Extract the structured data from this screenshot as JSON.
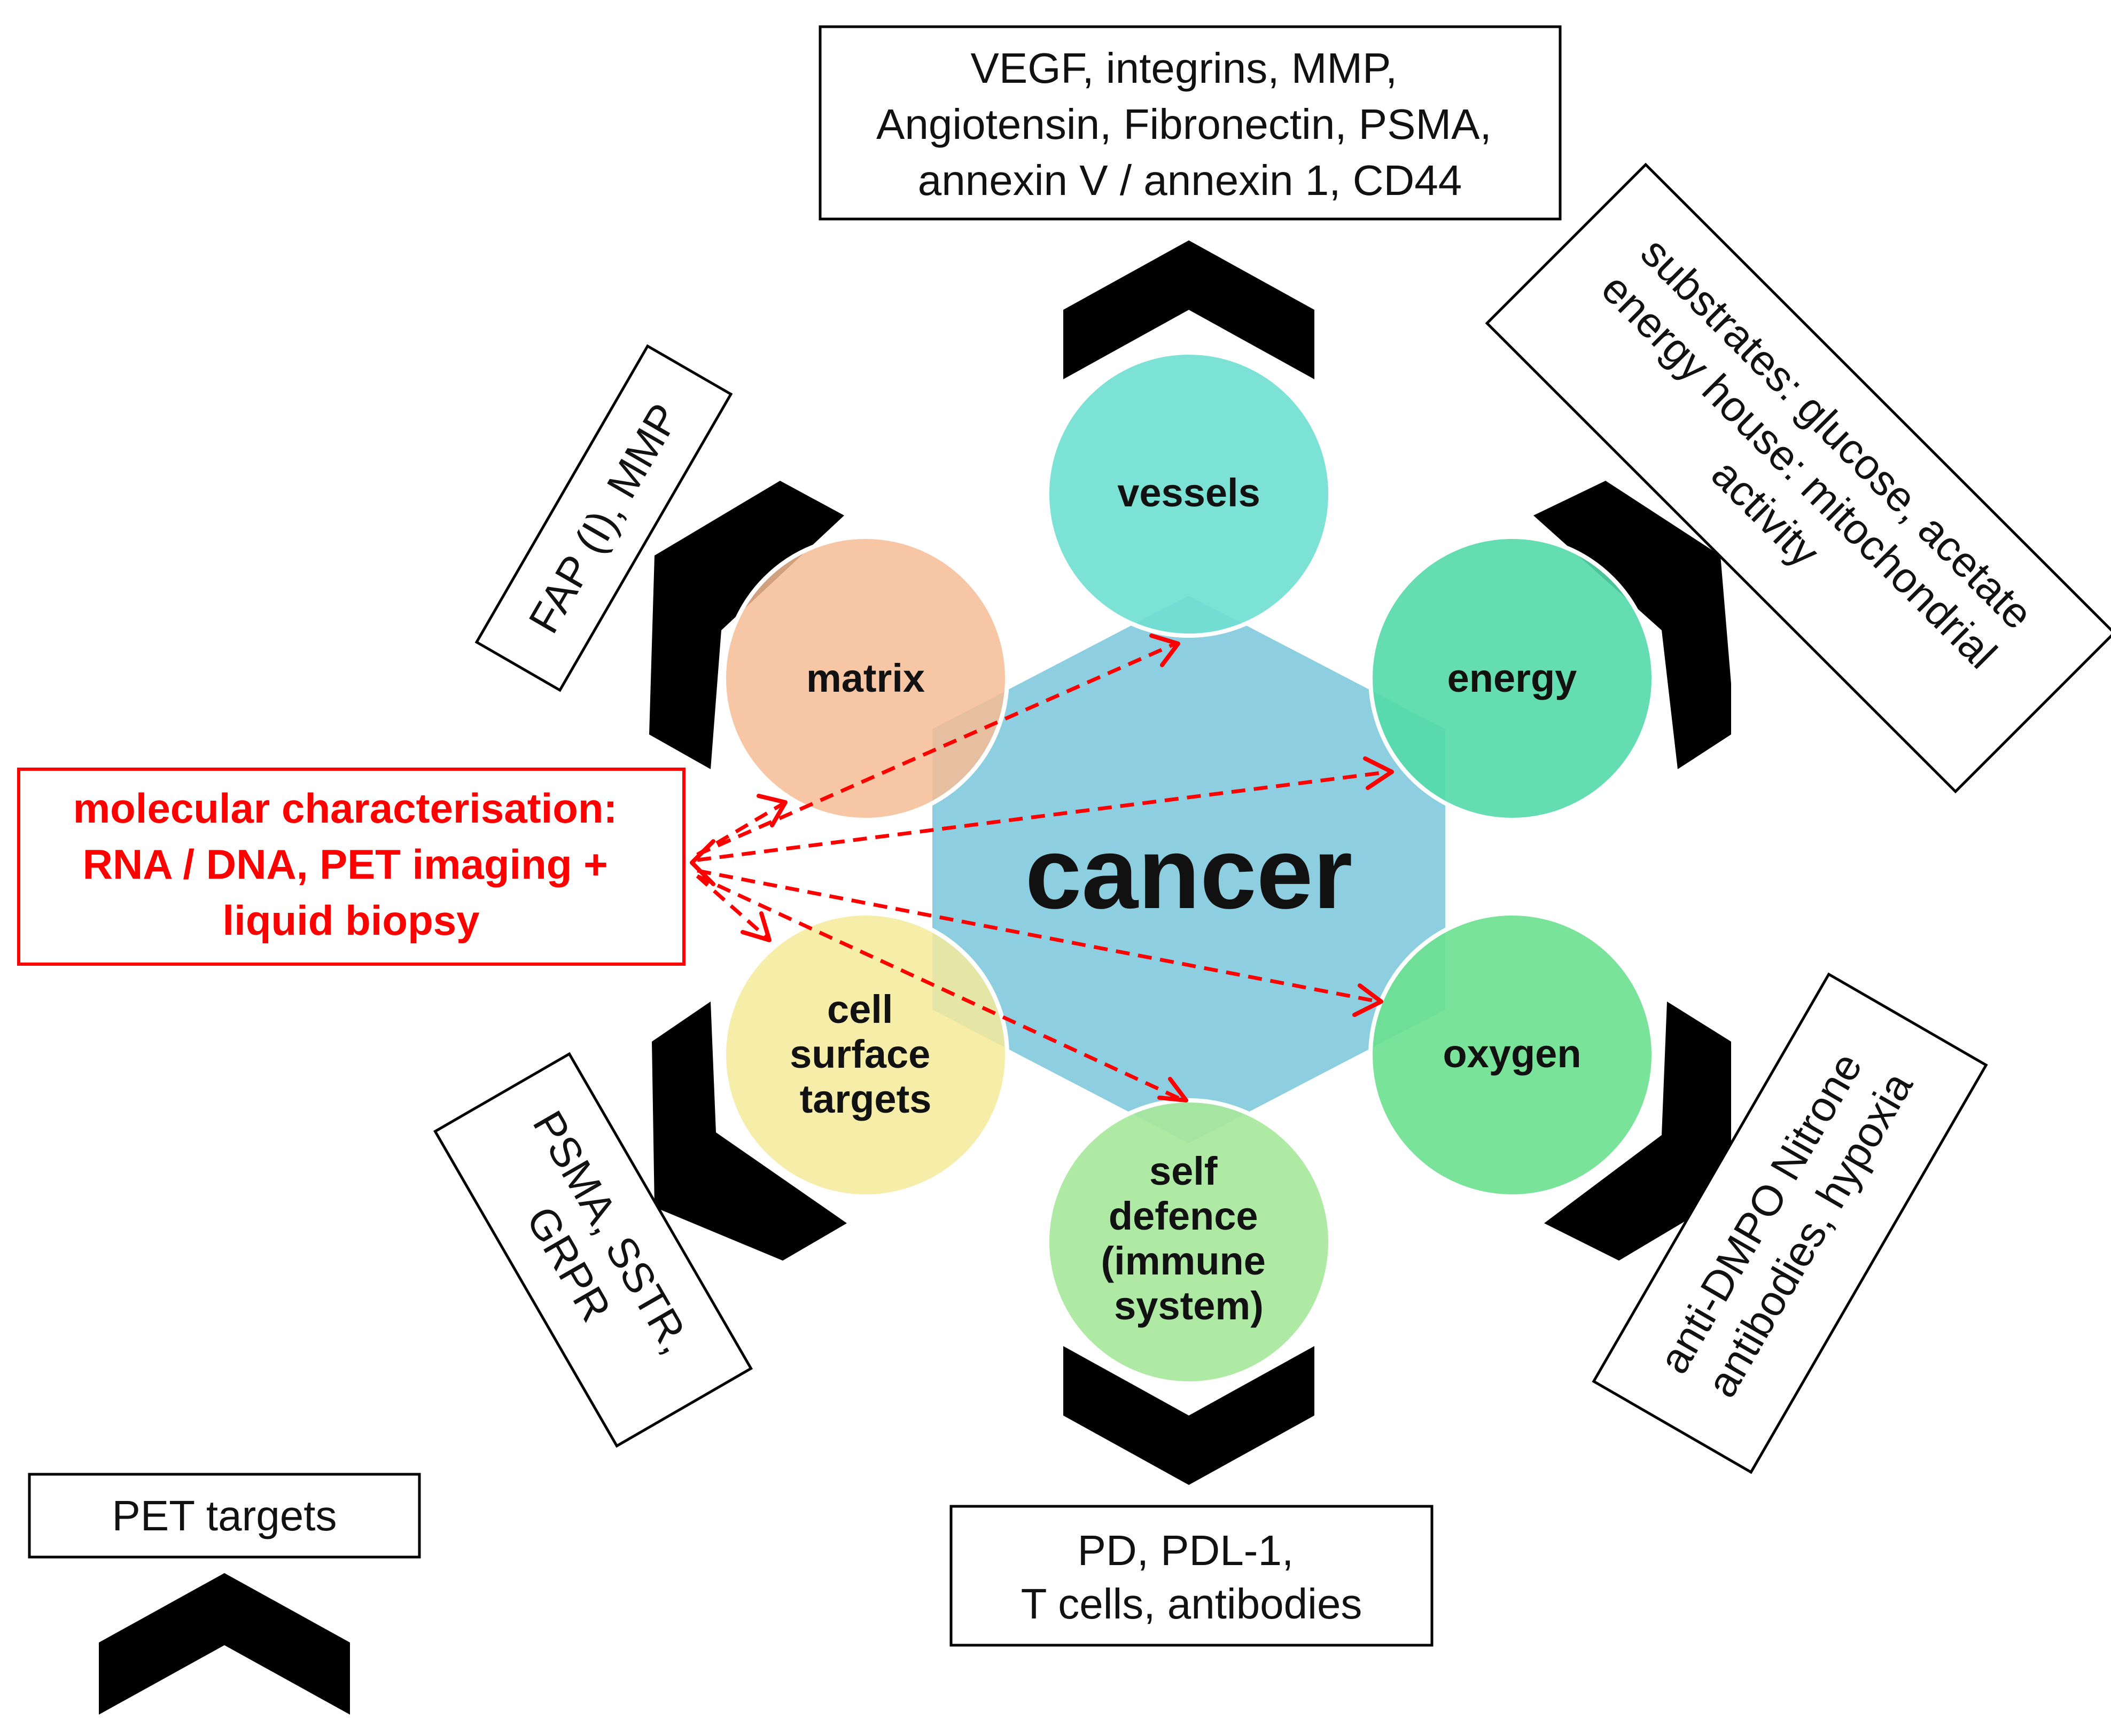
{
  "center": {
    "label": "cancer"
  },
  "hallmarks": {
    "vessels": {
      "lines": [
        "vessels"
      ],
      "color": "#6fdfd2"
    },
    "energy": {
      "lines": [
        "energy"
      ],
      "color": "#52d9a8"
    },
    "oxygen": {
      "lines": [
        "oxygen"
      ],
      "color": "#6ce08f"
    },
    "self_defence": {
      "lines": [
        "self",
        "defence",
        "(immune",
        "system)"
      ],
      "color": "#a6e89a"
    },
    "cell_surface": {
      "lines": [
        "cell",
        "surface",
        "targets"
      ],
      "color": "#f4ea9a"
    },
    "matrix": {
      "lines": [
        "matrix"
      ],
      "color": "#f6bc95"
    }
  },
  "target_boxes": {
    "vessels": {
      "lines": [
        "VEGF, integrins, MMP,",
        "Angiotensin, Fibronectin, PSMA,",
        "annexin V / annexin 1, CD44"
      ]
    },
    "energy": {
      "lines": [
        "substrates: glucose, acetate",
        "energy house: mitochondrial",
        "activity"
      ]
    },
    "oxygen": {
      "lines": [
        "anti-DMPO Nitrone",
        "antibodies, hypoxia"
      ]
    },
    "self_defence": {
      "lines": [
        "PD, PDL-1,",
        "T cells, antibodies"
      ]
    },
    "cell_surface": {
      "lines": [
        "PSMA, SSTR,",
        "GRPR"
      ]
    },
    "matrix": {
      "lines": [
        "FAP (I), MMP"
      ]
    }
  },
  "molecular_box": {
    "lines": [
      "molecular characterisation:",
      "RNA / DNA, PET imaging +",
      "liquid biopsy"
    ],
    "color": "#ff0000"
  },
  "legend": {
    "label": "PET targets"
  },
  "colors": {
    "hexagon": "#8dcfe0",
    "chevron": "#000000",
    "arrow": "#ff0000"
  }
}
